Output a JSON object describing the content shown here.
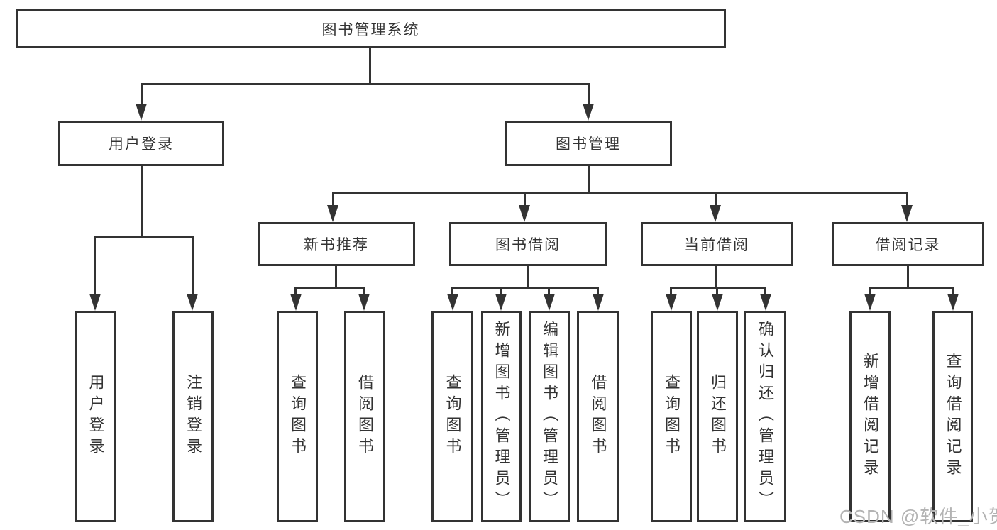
{
  "diagram": {
    "root": {
      "label": "图书管理系统"
    },
    "level2": [
      {
        "label": "用户登录"
      },
      {
        "label": "图书管理"
      }
    ],
    "level3": [
      {
        "label": "新书推荐"
      },
      {
        "label": "图书借阅"
      },
      {
        "label": "当前借阅"
      },
      {
        "label": "借阅记录"
      }
    ],
    "leaves": {
      "user_login": [
        "用户登录",
        "注销登录"
      ],
      "new_book": [
        "查询图书",
        "借阅图书"
      ],
      "book_borrow": [
        "查询图书",
        "新增图书（管理员）",
        "编辑图书（管理员）",
        "借阅图书"
      ],
      "current_borrow": [
        "查询图书",
        "归还图书",
        "确认归还（管理员）"
      ],
      "borrow_record": [
        "新增借阅记录",
        "查询借阅记录"
      ]
    }
  },
  "colors": {
    "line": "#333333",
    "background": "#ffffff",
    "watermark": "#b3b3b3"
  },
  "watermark": {
    "text": "CSDN @软件_小贺同学"
  }
}
